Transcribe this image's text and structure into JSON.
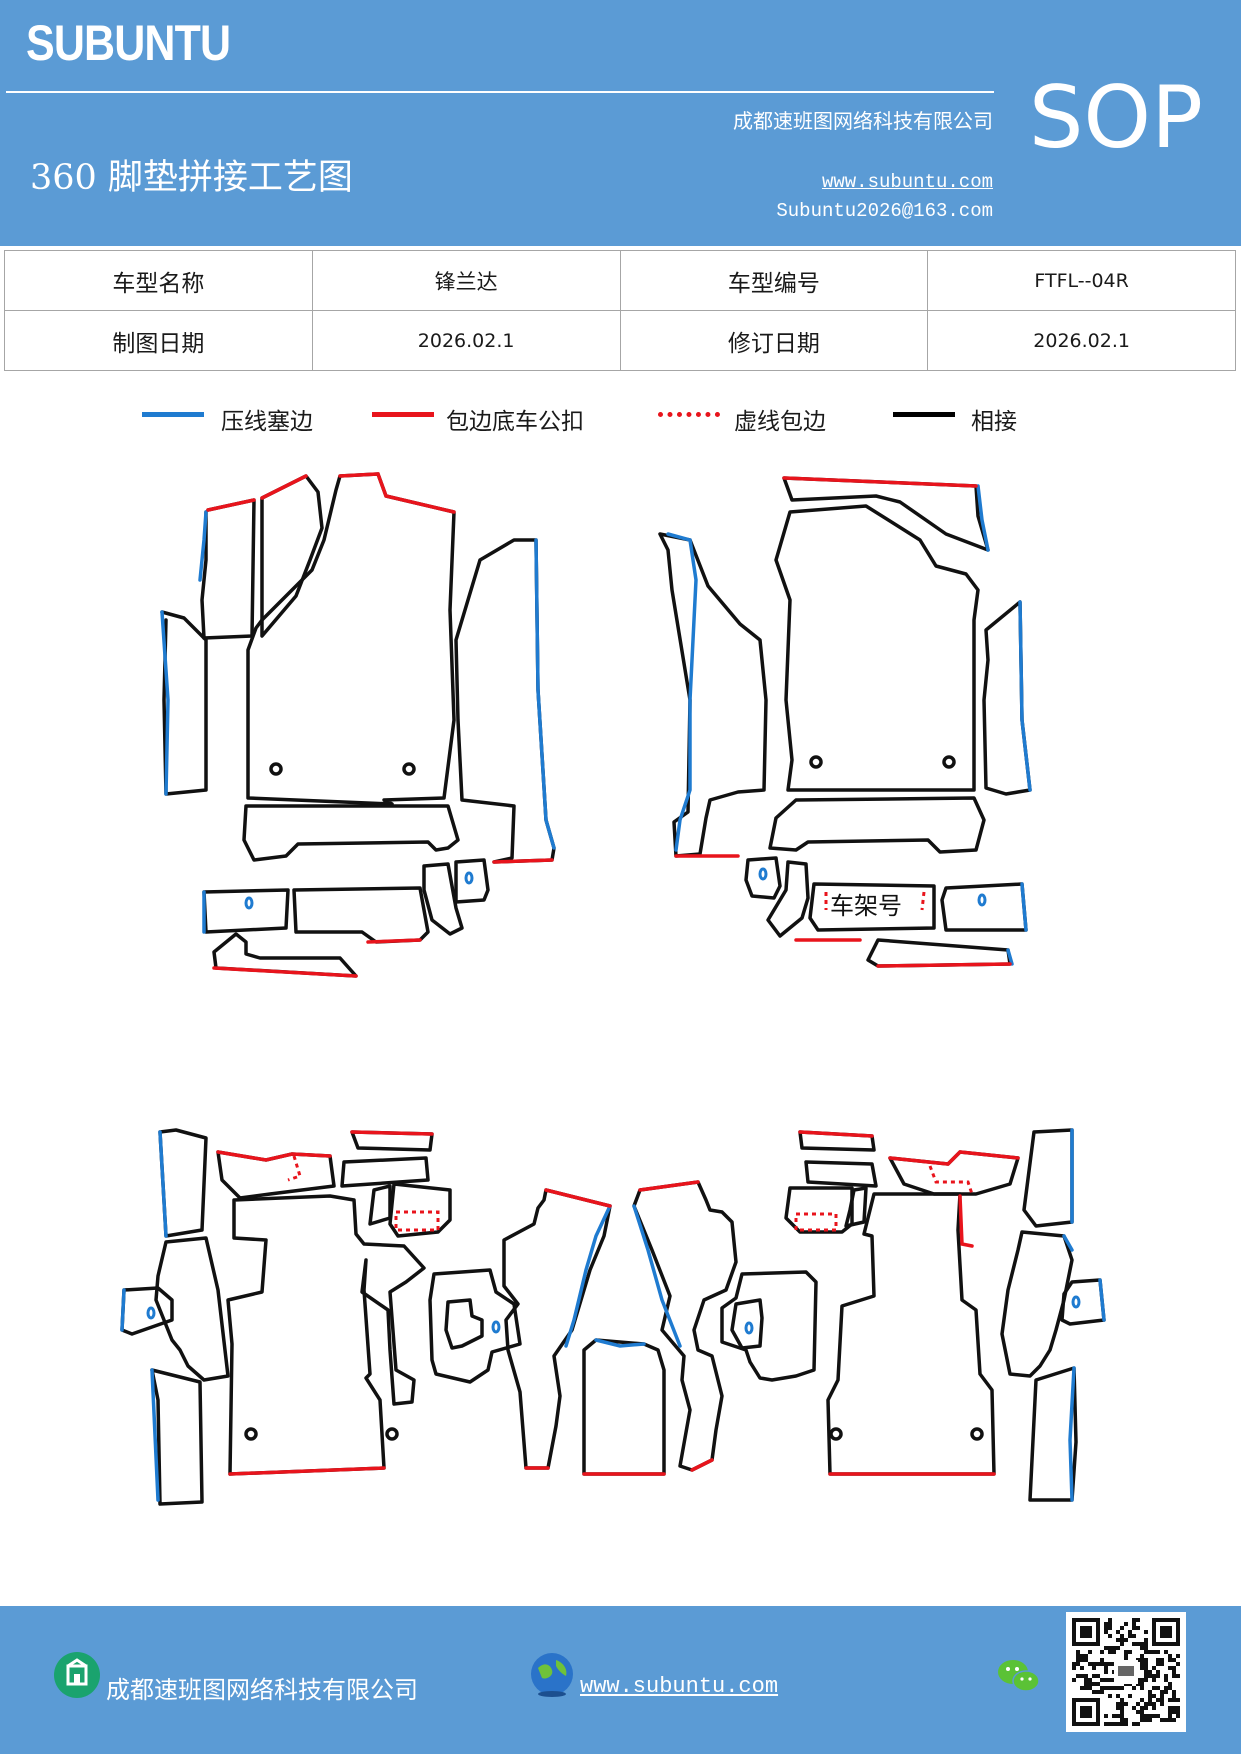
{
  "header": {
    "brand": "SUBUNTU",
    "company": "成都速班图网络科技有限公司",
    "title": "360 脚垫拼接工艺图",
    "website": "www.subuntu.com",
    "email": "Subuntu2026@163.com",
    "badge": "SOP"
  },
  "info_table": {
    "row1": {
      "label1": "车型名称",
      "value1": "锋兰达",
      "label2": "车型编号",
      "value2": "FTFL--04R"
    },
    "row2": {
      "label1": "制图日期",
      "value1": "2026.02.1",
      "label2": "修订日期",
      "value2": "2026.02.1"
    }
  },
  "legend": [
    {
      "label": "压线塞边",
      "color": "#1f7bd0",
      "style": "solid"
    },
    {
      "label": "包边底车公扣",
      "color": "#e8141c",
      "style": "solid"
    },
    {
      "label": "虚线包边",
      "color": "#e8141c",
      "style": "dotted"
    },
    {
      "label": "相接",
      "color": "#000000",
      "style": "solid"
    }
  ],
  "diagram": {
    "vin_label": "车架号",
    "colors": {
      "press": "#1f7bd0",
      "edge": "#e8141c",
      "join": "#111111"
    }
  },
  "footer": {
    "company": "成都速班图网络科技有限公司",
    "website": "www.subuntu.com",
    "icons": [
      "building-icon",
      "globe-icon",
      "wechat-icon",
      "qr-code"
    ]
  }
}
